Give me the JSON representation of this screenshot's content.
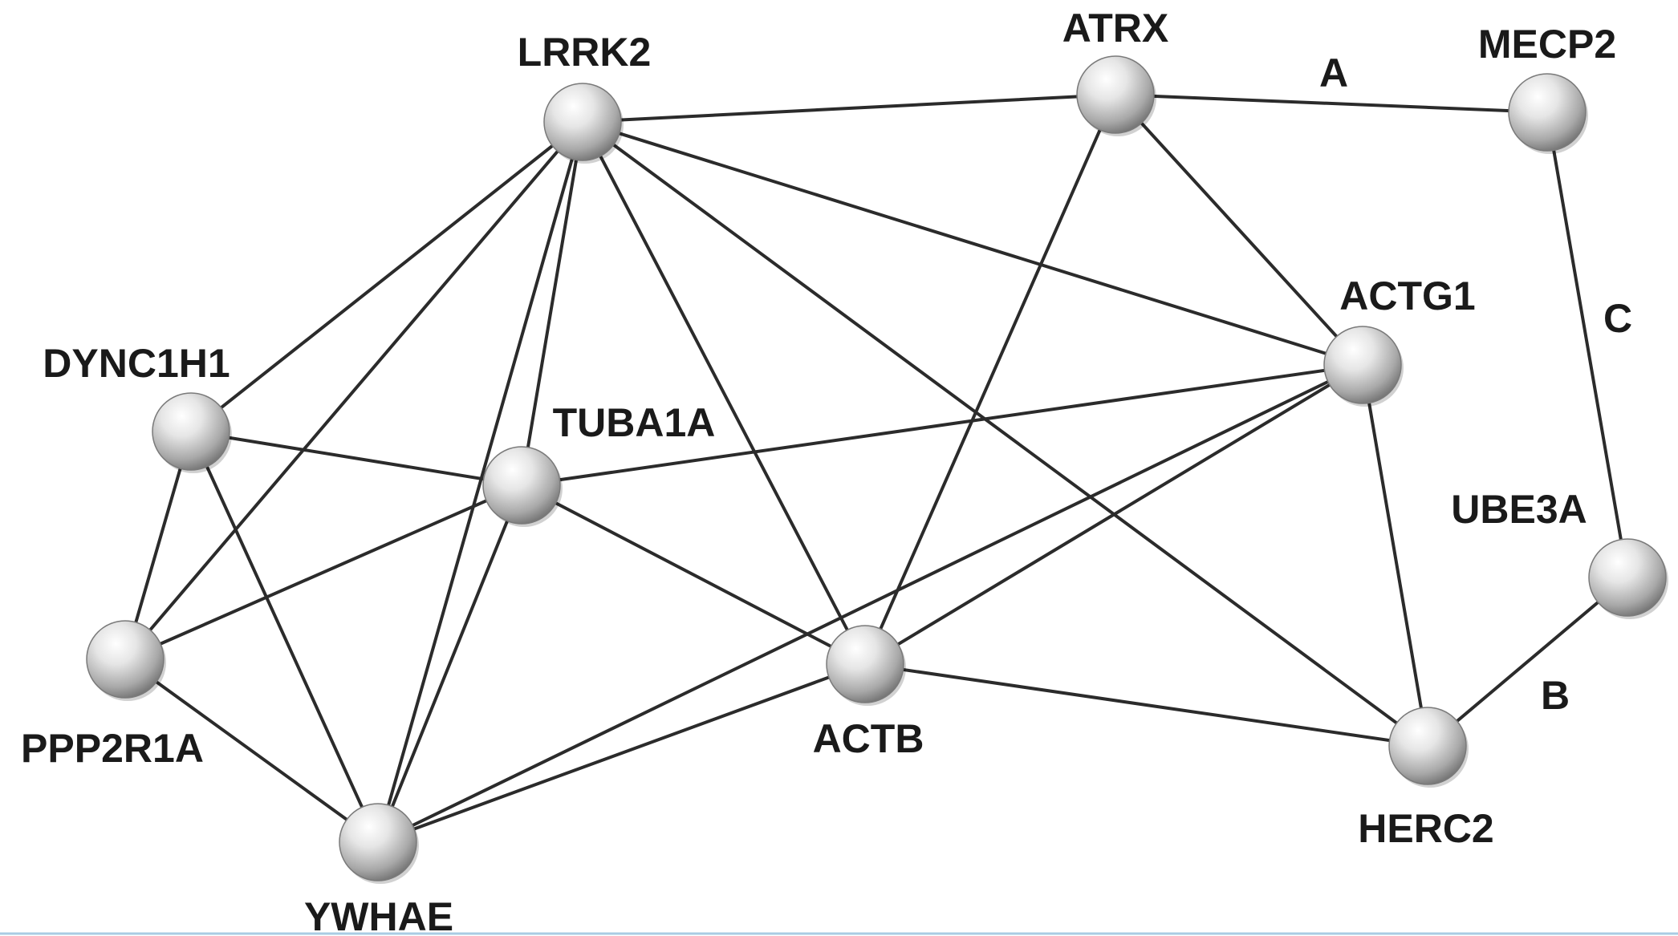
{
  "diagram": {
    "type": "network",
    "nodes": [
      {
        "id": "LRRK2",
        "label": "LRRK2"
      },
      {
        "id": "ATRX",
        "label": "ATRX"
      },
      {
        "id": "MECP2",
        "label": "MECP2"
      },
      {
        "id": "ACTG1",
        "label": "ACTG1"
      },
      {
        "id": "DYNC1H1",
        "label": "DYNC1H1"
      },
      {
        "id": "TUBA1A",
        "label": "TUBA1A"
      },
      {
        "id": "UBE3A",
        "label": "UBE3A"
      },
      {
        "id": "PPP2R1A",
        "label": "PPP2R1A"
      },
      {
        "id": "ACTB",
        "label": "ACTB"
      },
      {
        "id": "HERC2",
        "label": "HERC2"
      },
      {
        "id": "YWHAE",
        "label": "YWHAE"
      }
    ],
    "edges": [
      {
        "source": "LRRK2",
        "target": "ATRX"
      },
      {
        "source": "LRRK2",
        "target": "DYNC1H1"
      },
      {
        "source": "LRRK2",
        "target": "PPP2R1A"
      },
      {
        "source": "LRRK2",
        "target": "TUBA1A"
      },
      {
        "source": "LRRK2",
        "target": "YWHAE"
      },
      {
        "source": "LRRK2",
        "target": "ACTB"
      },
      {
        "source": "LRRK2",
        "target": "ACTG1"
      },
      {
        "source": "LRRK2",
        "target": "HERC2"
      },
      {
        "source": "ATRX",
        "target": "MECP2",
        "label": "A"
      },
      {
        "source": "ATRX",
        "target": "ACTG1"
      },
      {
        "source": "ATRX",
        "target": "ACTB"
      },
      {
        "source": "MECP2",
        "target": "UBE3A",
        "label": "C"
      },
      {
        "source": "UBE3A",
        "target": "HERC2",
        "label": "B"
      },
      {
        "source": "ACTG1",
        "target": "HERC2"
      },
      {
        "source": "ACTG1",
        "target": "TUBA1A"
      },
      {
        "source": "ACTG1",
        "target": "ACTB"
      },
      {
        "source": "ACTG1",
        "target": "YWHAE"
      },
      {
        "source": "DYNC1H1",
        "target": "TUBA1A"
      },
      {
        "source": "DYNC1H1",
        "target": "PPP2R1A"
      },
      {
        "source": "DYNC1H1",
        "target": "YWHAE"
      },
      {
        "source": "TUBA1A",
        "target": "PPP2R1A"
      },
      {
        "source": "TUBA1A",
        "target": "ACTB"
      },
      {
        "source": "TUBA1A",
        "target": "YWHAE"
      },
      {
        "source": "PPP2R1A",
        "target": "YWHAE"
      },
      {
        "source": "ACTB",
        "target": "YWHAE"
      },
      {
        "source": "ACTB",
        "target": "HERC2"
      }
    ]
  }
}
